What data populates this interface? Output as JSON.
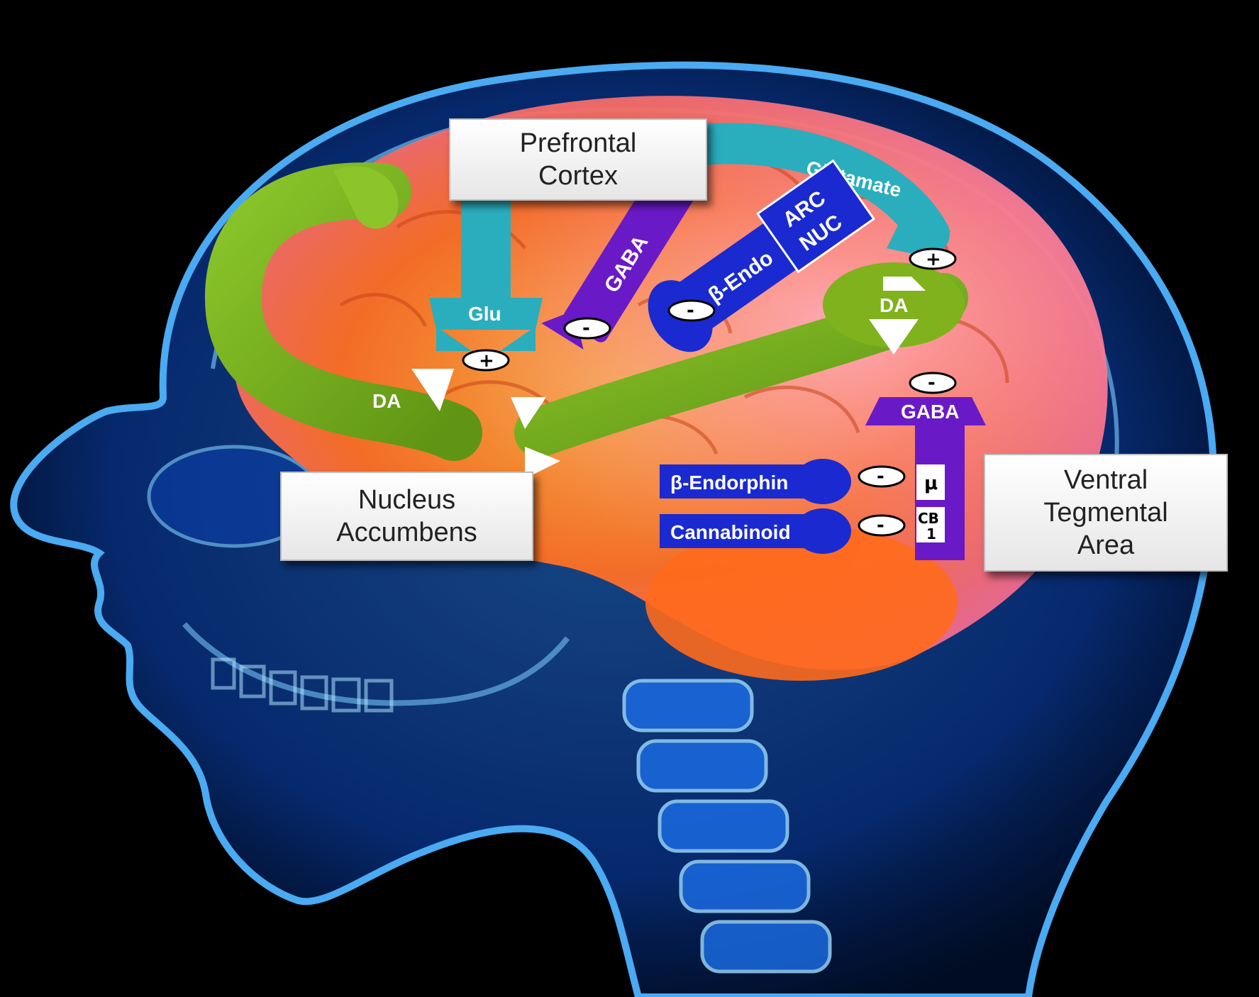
{
  "regions": {
    "prefrontal": [
      "Prefrontal",
      "Cortex"
    ],
    "nucleus": [
      "Nucleus",
      "Accumbens"
    ],
    "vta": [
      "Ventral",
      "Tegmental",
      "Area"
    ]
  },
  "neurons": {
    "glutamate_pathway": "Glutamate",
    "glu": "Glu",
    "gaba_cortex": "GABA",
    "beta_endo": "β-Endo",
    "arc": "ARC",
    "nuc": "NUC",
    "da_left": "DA",
    "da_right": "DA",
    "gaba_vta": "GABA",
    "beta_endorphin": "β-Endorphin",
    "cannabinoid": "Cannabinoid"
  },
  "receptors": {
    "mu": "μ",
    "cb": "CB",
    "cb_num": "1"
  },
  "signs": {
    "excitatory": "+",
    "inhibitory": "-"
  },
  "colors": {
    "background": "#000000",
    "head_blue": "#1e8cff",
    "brain_orange": "#ff7a2a",
    "dopamine_green": "#7fb21c",
    "glutamate_teal": "#2aaebd",
    "gaba_purple": "#6a19c7",
    "endorphin_blue": "#1e2fd6"
  }
}
